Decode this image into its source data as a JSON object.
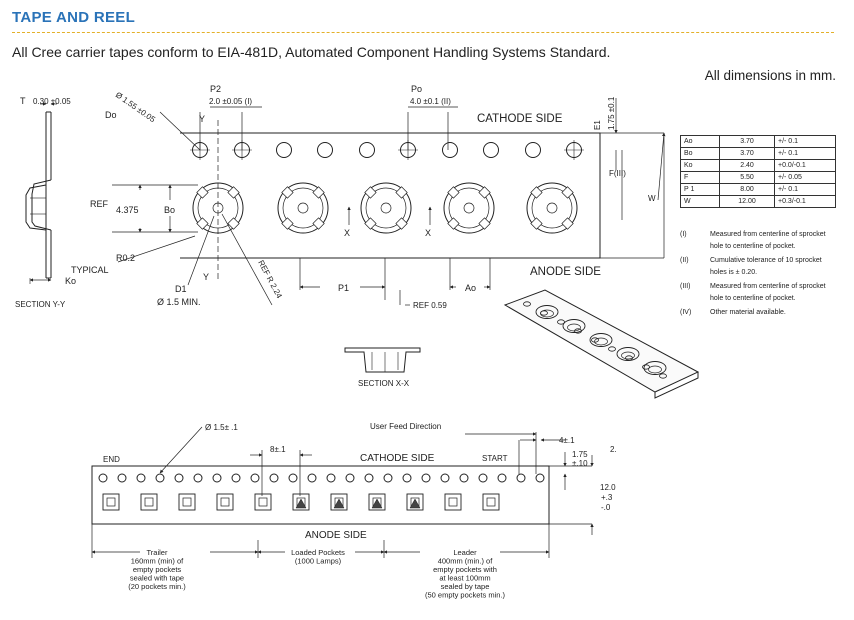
{
  "header": {
    "title": "TAPE AND REEL",
    "intro": "All Cree carrier tapes conform to EIA-481D, Automated Component Handling Systems Standard.",
    "units": "All dimensions in mm."
  },
  "top_drawing": {
    "t_label": "T",
    "t_value": "0.30 ±0.05",
    "do_value": "Ø 1.55 ±0.05",
    "do_label": "Do",
    "p2_label": "P2",
    "p2_value": "2.0 ±0.05 (I)",
    "po_label": "Po",
    "po_value": "4.0 ±0.1 (II)",
    "e1_label": "E1",
    "e1_value": "1.75 ±0.1",
    "cathode": "CATHODE SIDE",
    "anode": "ANODE SIDE",
    "ref": "REF",
    "ref_value": "4.375",
    "bo": "Bo",
    "y": "Y",
    "x": "X",
    "f_label": "F(III)",
    "w_label": "W",
    "r_label": "R0.2",
    "typical": "TYPICAL",
    "ko": "Ko",
    "d1": "D1",
    "d1_value": "Ø 1.5  MIN.",
    "ref_r": "REF R  2.24",
    "p1": "P1",
    "ao": "Ao",
    "ref059": "REF 0.59",
    "section_yy": "SECTION Y-Y",
    "section_xx": "SECTION X-X"
  },
  "dimension_table": [
    {
      "sym": "Ao",
      "value": "3.70",
      "tol": "+/- 0.1"
    },
    {
      "sym": "Bo",
      "value": "3.70",
      "tol": "+/- 0.1"
    },
    {
      "sym": "Ko",
      "value": "2.40",
      "tol": "+0.0/-0.1"
    },
    {
      "sym": "F",
      "value": "5.50",
      "tol": "+/- 0.05"
    },
    {
      "sym": "P 1",
      "value": "8.00",
      "tol": "+/- 0.1"
    },
    {
      "sym": "W",
      "value": "12.00",
      "tol": "+0.3/-0.1"
    }
  ],
  "notes": [
    {
      "num": "(I)",
      "text": "Measured from centerline of sprocket hole to centerline of pocket."
    },
    {
      "num": "(II)",
      "text": "Cumulative tolerance of 10 sprocket holes is  ± 0.20."
    },
    {
      "num": "(III)",
      "text": "Measured from centerline of sprocket hole to centerline of pocket."
    },
    {
      "num": "(IV)",
      "text": "Other material available."
    }
  ],
  "bottom_drawing": {
    "hole": "Ø 1.5± .1",
    "feed": "User Feed Direction",
    "four": "4±.1",
    "eight": "8±.1",
    "end": "END",
    "cathode": "CATHODE SIDE",
    "start": "START",
    "e_top": "1.75",
    "e_tol": "±.10",
    "two": "2.",
    "w_nom": "12.0",
    "w_plus": "+.3",
    "w_minus": "-.0",
    "anode": "ANODE SIDE",
    "trailer": [
      "Trailer",
      "160mm (min) of",
      "empty pockets",
      "sealed with tape",
      "(20 pockets min.)"
    ],
    "loaded": [
      "Loaded Pockets",
      "(1000 Lamps)"
    ],
    "leader": [
      "Leader",
      "400mm (min.) of",
      "empty pockets with",
      "at least 100mm",
      "sealed by tape",
      "(50 empty pockets min.)"
    ]
  }
}
